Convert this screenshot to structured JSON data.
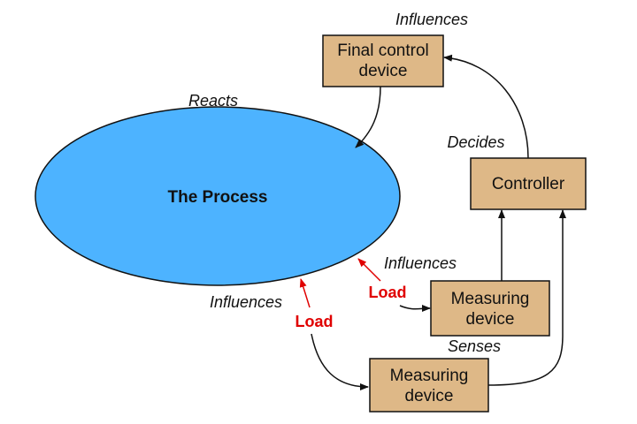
{
  "colors": {
    "process_fill": "#4db3ff",
    "box_fill": "#deb887",
    "stroke": "#111111",
    "load": "#e00000"
  },
  "process": {
    "label": "The Process"
  },
  "boxes": {
    "final_control": {
      "line1": "Final control",
      "line2": "device"
    },
    "controller": {
      "label": "Controller"
    },
    "measuring_upper": {
      "line1": "Measuring",
      "line2": "device"
    },
    "measuring_lower": {
      "line1": "Measuring",
      "line2": "device"
    }
  },
  "labels": {
    "influences_top": "Influences",
    "reacts": "Reacts",
    "decides": "Decides",
    "influences_right": "Influences",
    "influences_left": "Influences",
    "senses": "Senses",
    "load_upper": "Load",
    "load_lower": "Load"
  }
}
